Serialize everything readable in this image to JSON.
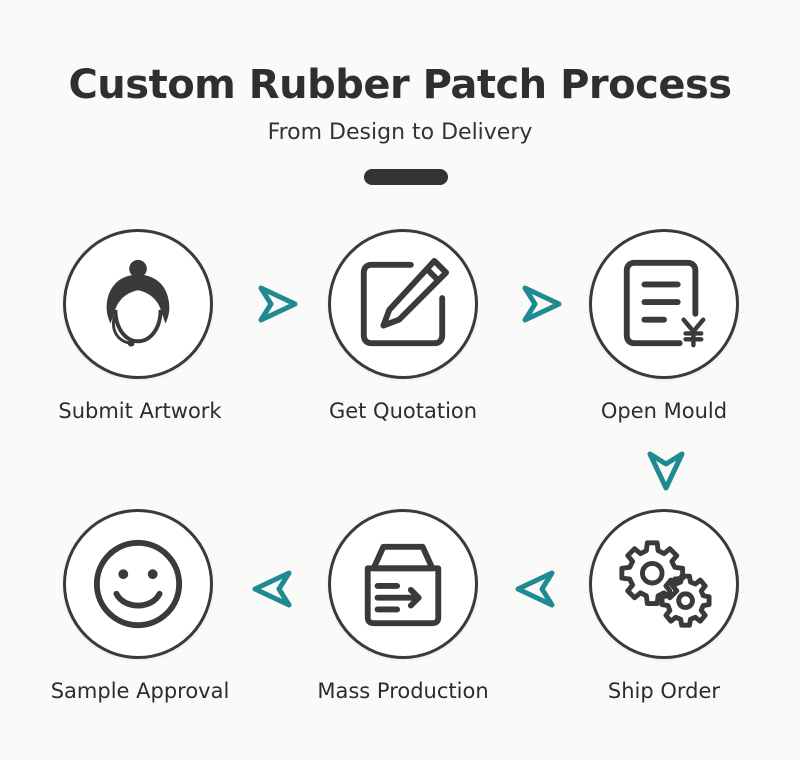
{
  "header": {
    "title": "Custom Rubber Patch Process",
    "subtitle": "From Design to Delivery"
  },
  "colors": {
    "icon": "#3a3a3a",
    "arrow": "#1f8a92",
    "background": "#fafaf8"
  },
  "steps": [
    {
      "label": "Submit Artwork",
      "icon": "customer-service-headset-icon"
    },
    {
      "label": "Get Quotation",
      "icon": "edit-pencil-icon"
    },
    {
      "label": "Open Mould",
      "icon": "invoice-yen-icon"
    },
    {
      "label": "Ship Order",
      "icon": "gears-icon"
    },
    {
      "label": "Mass Production",
      "icon": "box-arrow-icon"
    },
    {
      "label": "Sample Approval",
      "icon": "smiley-face-icon"
    }
  ]
}
